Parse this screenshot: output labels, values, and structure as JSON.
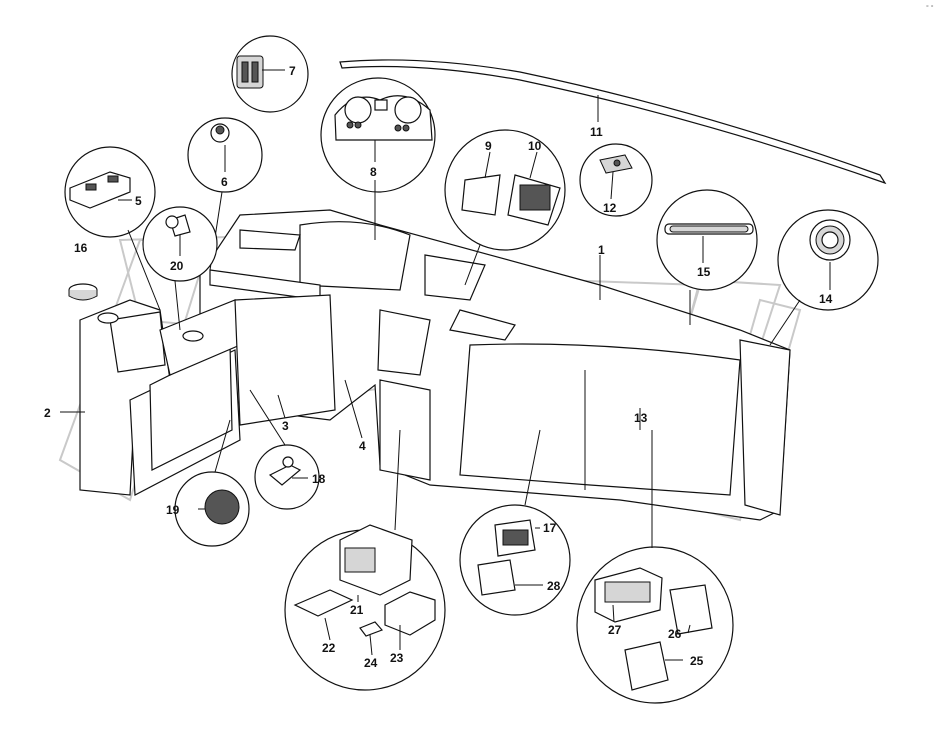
{
  "diagram": {
    "corner_mark": "° °",
    "part_numbers": [
      "1",
      "2",
      "3",
      "4",
      "5",
      "6",
      "7",
      "8",
      "9",
      "10",
      "11",
      "12",
      "13",
      "14",
      "15",
      "16",
      "17",
      "18",
      "19",
      "20",
      "21",
      "22",
      "23",
      "24",
      "25",
      "26",
      "27",
      "28"
    ]
  }
}
